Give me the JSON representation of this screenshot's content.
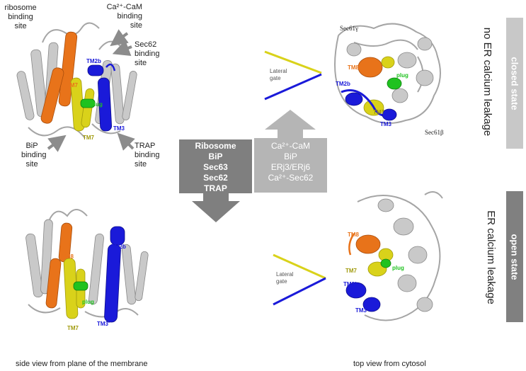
{
  "left_top_labels": {
    "ribosome": [
      "ribosome",
      "binding",
      "site"
    ],
    "camodulin": [
      "Ca²⁺-CaM",
      "binding",
      "site"
    ],
    "sec62": [
      "Sec62",
      "binding",
      "site"
    ],
    "bip": [
      "BiP",
      "binding",
      "site"
    ],
    "trap": [
      "TRAP",
      "binding",
      "site"
    ]
  },
  "structure_labels": {
    "tm7": "TM7",
    "tm2b": "TM2b",
    "tm3": "TM3",
    "plug": "plug",
    "tm8": "TM8",
    "tm3_prime": "TM3'",
    "sec61g": "Sec61γ",
    "sec61b": "Sec61β"
  },
  "lateral_gate": [
    "Lateral",
    "gate"
  ],
  "box_dark": [
    "Ribosome",
    "BiP",
    "Sec63",
    "Sec62",
    "TRAP"
  ],
  "box_light": [
    "Ca²⁺-CaM",
    "BiP",
    "ERj3/ERj6",
    "Ca²⁺-Sec62"
  ],
  "states": {
    "closed": "closed state",
    "open": "open state",
    "no_leak": "no ER calcium leakage",
    "leak": "ER calcium leakage"
  },
  "captions": {
    "side": "side view from plane of the membrane",
    "top": "top view from cytosol"
  },
  "colors": {
    "orange": "#e8731a",
    "yellow": "#d9d21a",
    "blue": "#1a1ad9",
    "green": "#1fc21f",
    "grey_helix": "#bdbdbd",
    "arrow_grey": "#8c8c8c",
    "box_dark": "#7f7f7f",
    "box_light": "#b5b5b5",
    "bar_closed": "#c8c8c8",
    "bar_open": "#808080"
  }
}
